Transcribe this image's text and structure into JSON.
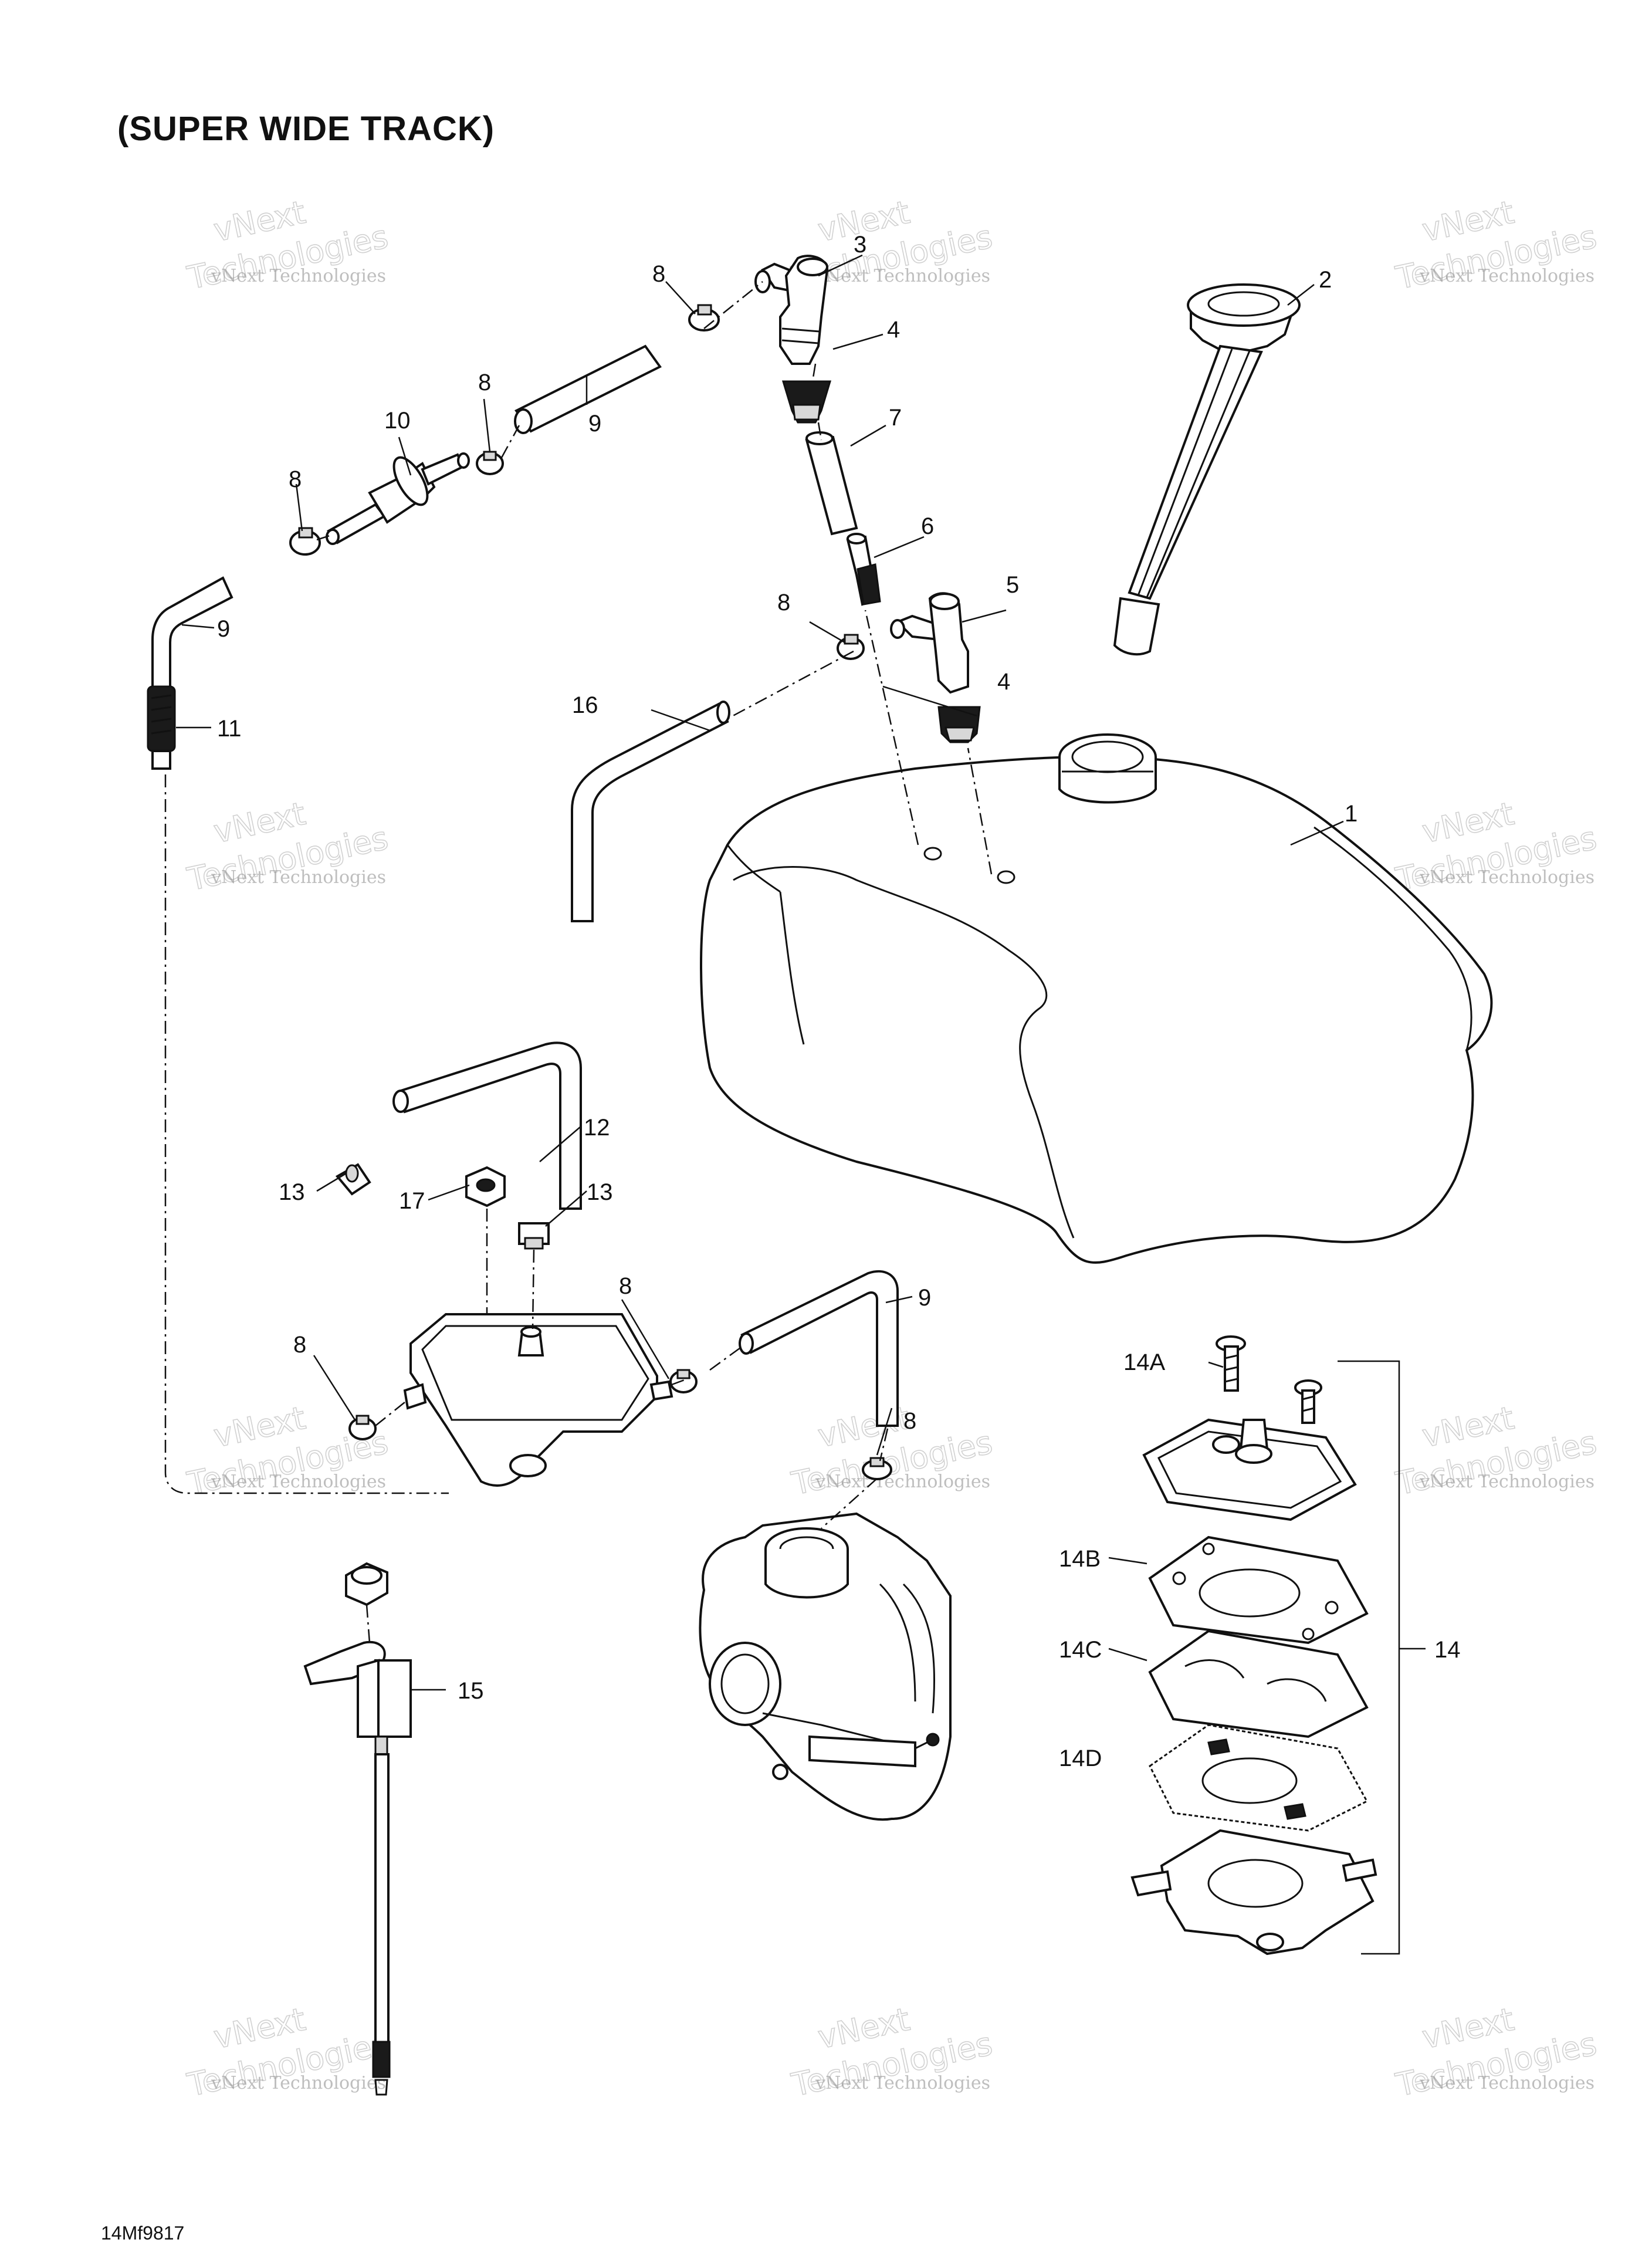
{
  "title": "(SUPER WIDE TRACK)",
  "figure_code": "14Mf9817",
  "watermark": {
    "line1": "vNext Technologies",
    "line2": "Technologies",
    "line3": "vNext"
  },
  "callouts": {
    "c1": "1",
    "c2": "2",
    "c3": "3",
    "c4a": "4",
    "c4b": "4",
    "c5": "5",
    "c6": "6",
    "c7": "7",
    "c8a": "8",
    "c8b": "8",
    "c8c": "8",
    "c8d": "8",
    "c8e": "8",
    "c8f": "8",
    "c8g": "8",
    "c9a": "9",
    "c9b": "9",
    "c9c": "9",
    "c10": "10",
    "c11": "11",
    "c12": "12",
    "c13a": "13",
    "c13b": "13",
    "c14": "14",
    "c14A": "14A",
    "c14B": "14B",
    "c14C": "14C",
    "c14D": "14D",
    "c15": "15",
    "c16": "16",
    "c17": "17"
  }
}
